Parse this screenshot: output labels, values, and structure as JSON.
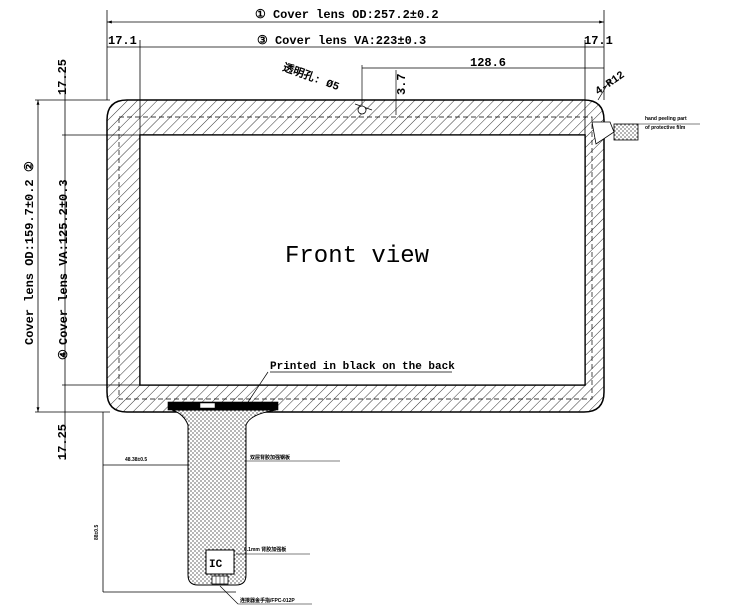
{
  "drawing": {
    "cover_od_width": "① Cover lens OD:257.2±0.2",
    "cover_va_width": "③ Cover lens VA:223±0.3",
    "margin_left": "17.1",
    "margin_right": "17.1",
    "dim_128": "128.6",
    "dim_3_7": "3.7",
    "hole_label": "透明孔: Ø5",
    "corner_radius": "4-R12",
    "peel_label_1": "hand peeling part",
    "peel_label_2": "of protective film",
    "cover_od_height": "Cover lens OD:159.7±0.2",
    "cover_va_height": "Cover lens VA:125.2±0.3",
    "circle_num_od": "②",
    "circle_num_va": "④",
    "margin_top": "17.25",
    "margin_bottom": "17.25",
    "front_view": "Front view",
    "printed_black": "Printed in black on the back",
    "fpc_offset": "48.38±0.5",
    "fpc_label": "双层背胶加强钢板",
    "fpc_length": "88±0.5",
    "stiffener_label": "0.1mm 背胶加强板",
    "ic_label": "IC",
    "connector_label": "连接器金手指/FPC-012P"
  }
}
